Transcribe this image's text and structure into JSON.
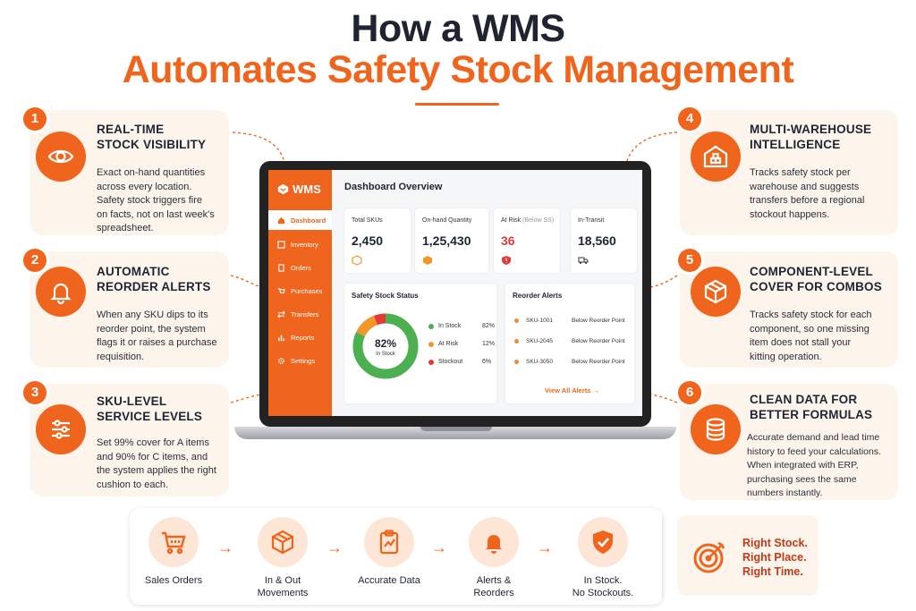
{
  "title": {
    "line1": "How a WMS",
    "line2": "Automates Safety Stock Management"
  },
  "colors": {
    "accent": "#f0651d",
    "dark": "#1f2430",
    "card": "#fdf4ec",
    "danger": "#e53935",
    "success": "#4caf50"
  },
  "features": [
    {
      "number": "1",
      "icon": "eye-icon",
      "title_line1": "REAL-TIME",
      "title_line2": "STOCK VISIBILITY",
      "desc": [
        "Exact on-hand quantities",
        "across every location.",
        "Safety stock triggers fire",
        "on facts, not on last week's",
        "spreadsheet."
      ]
    },
    {
      "number": "2",
      "icon": "bell-icon",
      "title_line1": "AUTOMATIC",
      "title_line2": "REORDER ALERTS",
      "desc": [
        "When any SKU dips to its",
        "reorder point, the system",
        "flags it or raises a purchase",
        "requisition."
      ]
    },
    {
      "number": "3",
      "icon": "sliders-icon",
      "title_line1": "SKU-LEVEL",
      "title_line2": "SERVICE LEVELS",
      "desc": [
        "Set 99% cover for A items",
        "and 90% for C items, and",
        "the system applies the right",
        "cushion to each."
      ]
    },
    {
      "number": "4",
      "icon": "warehouse-icon",
      "title_line1": "MULTI-WAREHOUSE",
      "title_line2": "INTELLIGENCE",
      "desc": [
        "Tracks safety stock per",
        "warehouse and suggests",
        "transfers before a regional",
        "stockout happens."
      ]
    },
    {
      "number": "5",
      "icon": "box-icon",
      "title_line1": "COMPONENT-LEVEL",
      "title_line2": "COVER FOR COMBOS",
      "desc": [
        "Tracks safety stock for each",
        "component, so one missing",
        "item does not stall your",
        "kitting operation."
      ]
    },
    {
      "number": "6",
      "icon": "database-icon",
      "title_line1": "CLEAN DATA FOR",
      "title_line2": "BETTER FORMULAS",
      "desc": [
        "Accurate demand and lead time",
        "history to feed your calculations.",
        "When integrated with ERP,",
        "purchasing sees the same",
        "numbers instantly."
      ]
    }
  ],
  "dashboard": {
    "brand": "WMS",
    "title": "Dashboard Overview",
    "nav": [
      "Dashboard",
      "Inventory",
      "Orders",
      "Purchases",
      "Transfers",
      "Reports",
      "Settings"
    ],
    "stats": [
      {
        "label": "Total SKUs",
        "value": "2,450"
      },
      {
        "label": "On-hand Quantity",
        "value": "1,25,430"
      },
      {
        "label": "At Risk",
        "label_note": "(Below SS)",
        "value": "36"
      },
      {
        "label": "In-Transit",
        "value": "18,560"
      }
    ],
    "safety": {
      "title": "Safety Stock Status",
      "center_value": "82%",
      "center_label": "In Stock",
      "legend": [
        {
          "label": "In Stock",
          "pct": "82%",
          "value": 82,
          "color": "#4caf50"
        },
        {
          "label": "At Risk",
          "pct": "12%",
          "value": 12,
          "color": "#f0962b"
        },
        {
          "label": "Stockout",
          "pct": "6%",
          "value": 6,
          "color": "#e53935"
        }
      ]
    },
    "alerts": {
      "title": "Reorder Alerts",
      "rows": [
        {
          "sku": "SKU-1001",
          "status": "Below Reorder Point"
        },
        {
          "sku": "SKU-2045",
          "status": "Below Reorder Point"
        },
        {
          "sku": "SKU-3050",
          "status": "Below Reorder Point"
        }
      ],
      "view_all": "View All Alerts →"
    }
  },
  "flow": {
    "steps": [
      {
        "icon": "cart-icon",
        "label_line1": "Sales Orders",
        "label_line2": ""
      },
      {
        "icon": "package-icon",
        "label_line1": "In & Out",
        "label_line2": "Movements"
      },
      {
        "icon": "clipboard-icon",
        "label_line1": "Accurate Data",
        "label_line2": ""
      },
      {
        "icon": "bell-icon",
        "label_line1": "Alerts &",
        "label_line2": "Reorders"
      },
      {
        "icon": "shield-check-icon",
        "label_line1": "In Stock.",
        "label_line2": "No Stockouts."
      }
    ],
    "result": [
      "Right Stock.",
      "Right Place.",
      "Right Time."
    ]
  }
}
